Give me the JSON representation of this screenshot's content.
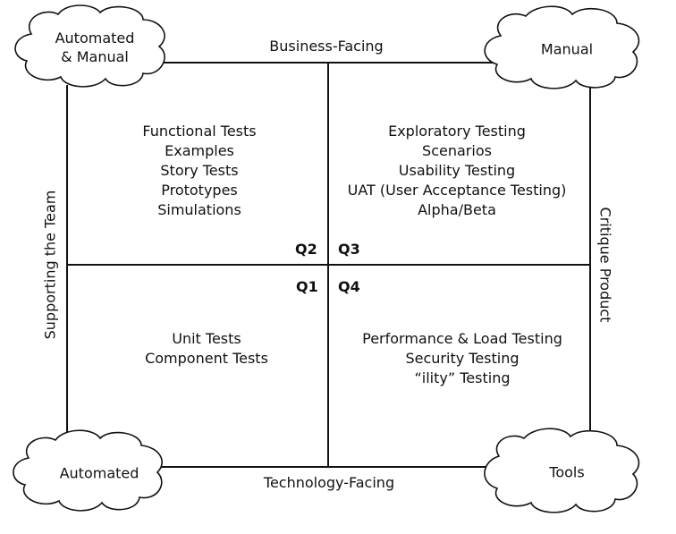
{
  "axes": {
    "top": "Business-Facing",
    "bottom": "Technology-Facing",
    "left": "Supporting the Team",
    "right": "Critique Product"
  },
  "clouds": {
    "top_left": [
      "Automated",
      "& Manual"
    ],
    "top_right": [
      "Manual"
    ],
    "bottom_left": [
      "Automated"
    ],
    "bottom_right": [
      "Tools"
    ]
  },
  "quadrants": {
    "q1": {
      "label": "Q1",
      "items": [
        "Unit Tests",
        "Component Tests"
      ]
    },
    "q2": {
      "label": "Q2",
      "items": [
        "Functional Tests",
        "Examples",
        "Story Tests",
        "Prototypes",
        "Simulations"
      ]
    },
    "q3": {
      "label": "Q3",
      "items": [
        "Exploratory Testing",
        "Scenarios",
        "Usability Testing",
        "UAT (User Acceptance Testing)",
        "Alpha/Beta"
      ]
    },
    "q4": {
      "label": "Q4",
      "items": [
        "Performance & Load Testing",
        "Security Testing",
        "“ility” Testing"
      ]
    }
  }
}
